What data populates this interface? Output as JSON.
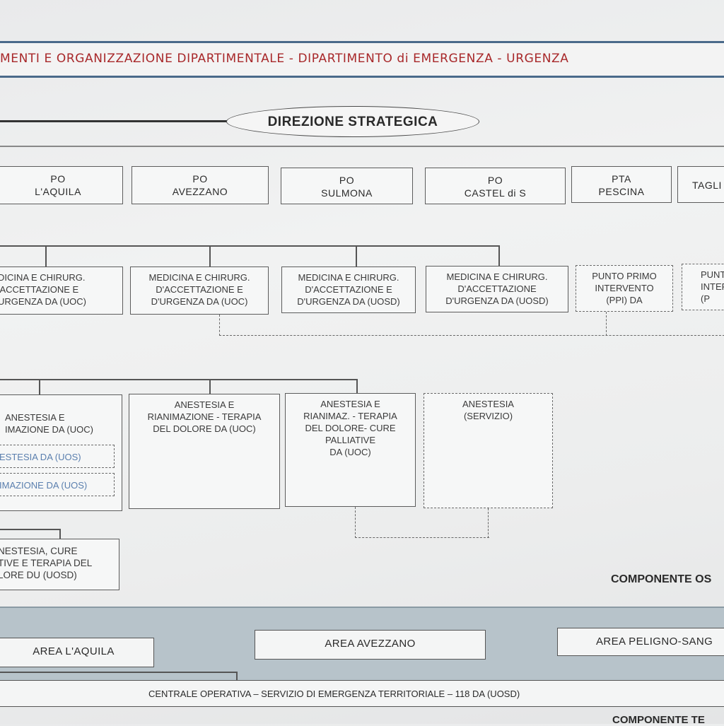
{
  "header": {
    "title": "MENTI E ORGANIZZAZIONE DIPARTIMENTALE - DIPARTIMENTO di EMERGENZA - URGENZA"
  },
  "direzione": "DIREZIONE STRATEGICA",
  "po_boxes": [
    "PO\nL'AQUILA",
    "PO\nAVEZZANO",
    "PO\nSULMONA",
    "PO\nCASTEL di S",
    "PTA\nPESCINA",
    "TAGLI"
  ],
  "medicina_boxes": [
    "DICINA E CHIRURG.\n'ACCETTAZIONE E\nURGENZA DA (UOC)",
    "MEDICINA E CHIRURG.\nD'ACCETTAZIONE E\nD'URGENZA DA (UOC)",
    "MEDICINA E CHIRURG.\nD'ACCETTAZIONE E\nD'URGENZA DA (UOSD)",
    "MEDICINA E CHIRURG.\nD'ACCETTAZIONE\nD'URGENZA   DA (UOSD)",
    "PUNTO PRIMO\nINTERVENTO\n(PPI) DA",
    "PUNT\nINTERV\n(P"
  ],
  "anestesia_boxes": [
    "ANESTESIA E\nIMAZIONE DA (UOC)",
    "ANESTESIA E\nRIANIMAZIONE - TERAPIA\nDEL DOLORE DA (UOC)",
    "ANESTESIA E\nRIANIMAZ. - TERAPIA\nDEL DOLORE- CURE\nPALLIATIVE\nDA (UOC)",
    "ANESTESIA\n(SERVIZIO)"
  ],
  "uos_items": [
    "ESTESIA DA (UOS)",
    "IMAZIONE DA  (UOS)"
  ],
  "bottom_left_box": "NESTESIA, CURE\nTIVE  E TERAPIA DEL\nLORE DU (UOSD)",
  "componente_os": "COMPONENTE OS",
  "areas": [
    "AREA L'AQUILA",
    "AREA AVEZZANO",
    "AREA PELIGNO-SANG"
  ],
  "centrale": "CENTRALE OPERATIVA – SERVIZIO DI EMERGENZA TERRITORIALE – 118      DA (UOSD)",
  "componente_te": "COMPONENTE TE"
}
